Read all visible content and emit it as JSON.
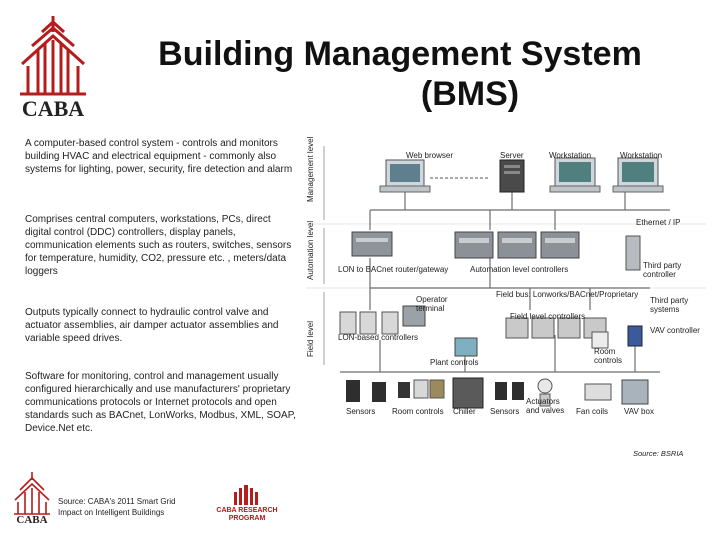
{
  "header": {
    "title_line1": "Building Management System",
    "title_line2": "(BMS)",
    "logo_text": "CABA"
  },
  "body_text": [
    "A computer-based control system - controls and monitors building HVAC and electrical equipment - commonly also systems for lighting, power, security, fire detection and alarm",
    "Comprises central computers, workstations, PCs, direct digital control (DDC) controllers, display panels, communication elements such as routers, switches, sensors for temperature, humidity, CO2, pressure etc. , meters/data loggers",
    "Outputs typically connect to hydraulic control valve and actuator assemblies, air damper actuator assemblies and variable speed drives.",
    "Software for monitoring, control and management usually configured hierarchically and use manufacturers' proprietary communications protocols or Internet protocols and open standards such as BACnet, LonWorks, Modbus, XML, SOAP, Device.Net etc."
  ],
  "diagram": {
    "levels": {
      "management": "Management level",
      "automation": "Automation level",
      "field": "Field level"
    },
    "labels": {
      "web_browser": "Web browser",
      "server": "Server",
      "workstation_1": "Workstation",
      "workstation_2": "Workstation",
      "ethernet": "Ethernet / IP",
      "lon_router": "LON to BACnet router/gateway",
      "automation_controllers": "Automation level controllers",
      "third_party_controller": "Third party controller",
      "fieldbus": "Field bus: Lonworks/BACnet/Proprietary",
      "operator_terminal": "Operator terminal",
      "third_party_systems": "Third party systems",
      "field_level_controllers": "Field level controllers",
      "lon_controllers": "LON-based controllers",
      "vav_controller": "VAV controller",
      "plant_controls": "Plant controls",
      "room_controls_1": "Room controls",
      "sensors_1": "Sensors",
      "room_controls_2": "Room controls",
      "chiller": "Chiller",
      "sensors_2": "Sensors",
      "actuators_valves": "Actuators and valves",
      "fan_coils": "Fan coils",
      "vav_box": "VAV box"
    },
    "source": "Source: BSRIA"
  },
  "footer": {
    "logo_text": "CABA",
    "source_text": "Source: CABA's 2011 Smart Grid Impact on Intelligent Buildings",
    "program_line1": "CABA RESEARCH",
    "program_line2": "PROGRAM"
  }
}
